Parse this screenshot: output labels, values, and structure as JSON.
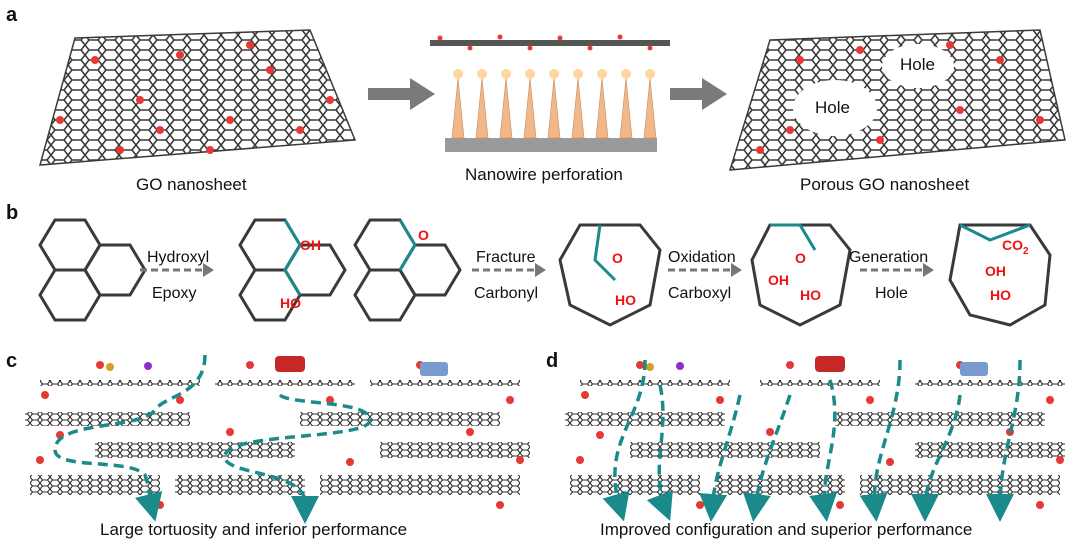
{
  "panel_a": {
    "label": "a",
    "caption_left": "GO nanosheet",
    "caption_mid": "Nanowire perforation",
    "caption_right": "Porous GO nanosheet",
    "hole_label": "Hole"
  },
  "panel_b": {
    "label": "b",
    "steps": [
      {
        "top": "Hydroxyl",
        "bottom": "Epoxy"
      },
      {
        "top": "Fracture",
        "bottom": "Carbonyl"
      },
      {
        "top": "Oxidation",
        "bottom": "Carboxyl"
      },
      {
        "top": "Generation",
        "bottom": "Hole"
      }
    ],
    "oh": "OH",
    "ho": "HO",
    "o": "O",
    "co2_main": "CO",
    "co2_sub": "2"
  },
  "panel_c": {
    "label": "c",
    "caption": "Large tortuosity and inferior performance"
  },
  "panel_d": {
    "label": "d",
    "caption": "Improved configuration and superior performance"
  },
  "colors": {
    "teal": "#1a8a8a",
    "oxygen": "#e53935",
    "carbon": "#3a3a3a",
    "arrow": "#7a7a7a",
    "nanowire": "#f0b88a"
  }
}
